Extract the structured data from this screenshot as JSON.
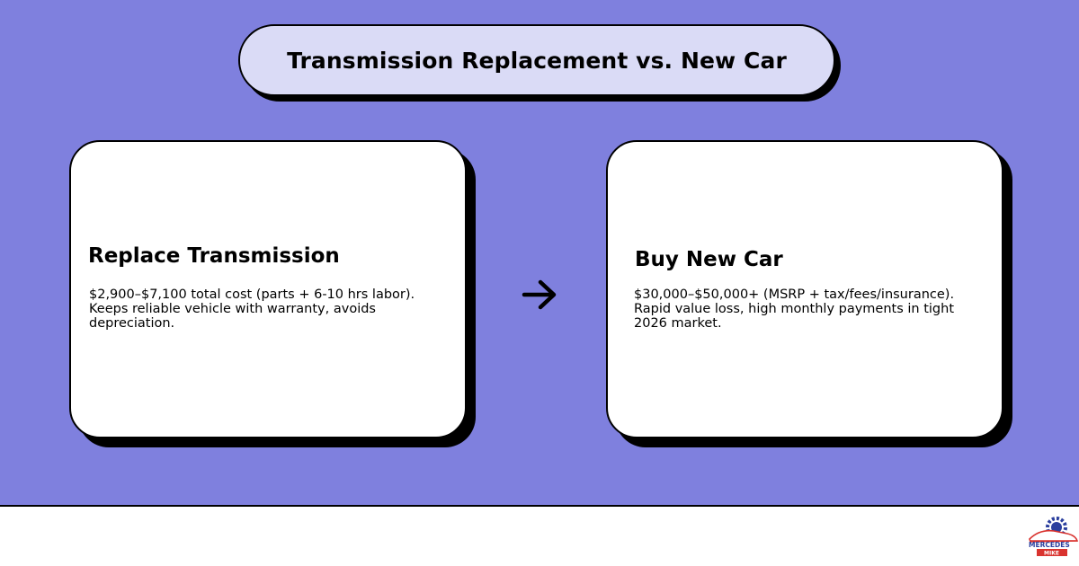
{
  "title": "Transmission Replacement vs. New Car",
  "cards": [
    {
      "title": "Replace Transmission",
      "lines": [
        "$2,900–$7,100 total cost (parts + 6-10 hrs labor).",
        "Keeps reliable vehicle with warranty, avoids depreciation."
      ]
    },
    {
      "title": "Buy New Car",
      "lines": [
        "$30,000–$50,000+ (MSRP + tax/fees/insurance).",
        "Rapid value loss, high monthly payments in tight 2026 market."
      ]
    }
  ],
  "connector": {
    "icon": "arrow-right-icon"
  },
  "logo": {
    "line1": "MERCEDES",
    "line2": "MIKE"
  },
  "colors": {
    "background": "#7f80de",
    "title_fill": "#dadbf6",
    "card_fill": "#ffffff",
    "outline": "#000000",
    "logo_blue": "#2b3f9e",
    "logo_red": "#d9332f"
  }
}
